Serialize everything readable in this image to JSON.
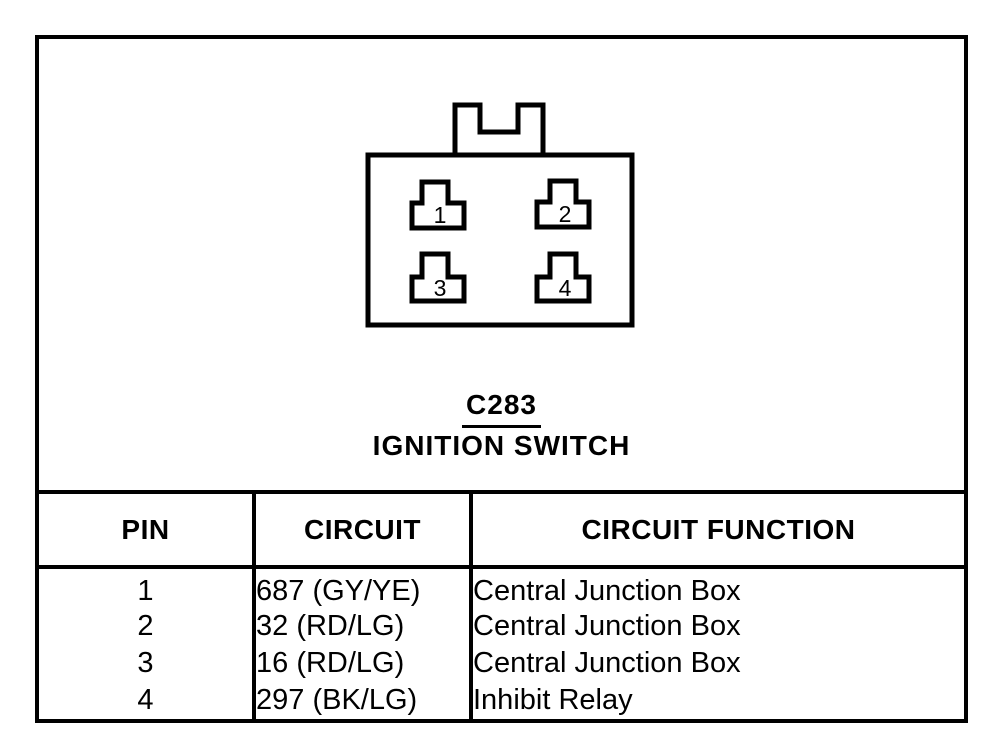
{
  "figure": {
    "connector": {
      "id_label": "C283",
      "name_label": "IGNITION SWITCH",
      "pin_labels": [
        "1",
        "2",
        "3",
        "4"
      ]
    },
    "pin_table": {
      "headers": {
        "pin": "PIN",
        "circuit": "CIRCUIT",
        "function": "CIRCUIT FUNCTION"
      },
      "rows": [
        {
          "pin": "1",
          "circuit": "687 (GY/YE)",
          "function": "Central Junction Box"
        },
        {
          "pin": "2",
          "circuit": "32 (RD/LG)",
          "function": "Central Junction Box"
        },
        {
          "pin": "3",
          "circuit": "16 (RD/LG)",
          "function": "Central Junction Box"
        },
        {
          "pin": "4",
          "circuit": "297 (BK/LG)",
          "function": "Inhibit Relay"
        }
      ]
    },
    "colors": {
      "ink": "#000000",
      "paper": "#ffffff"
    }
  }
}
